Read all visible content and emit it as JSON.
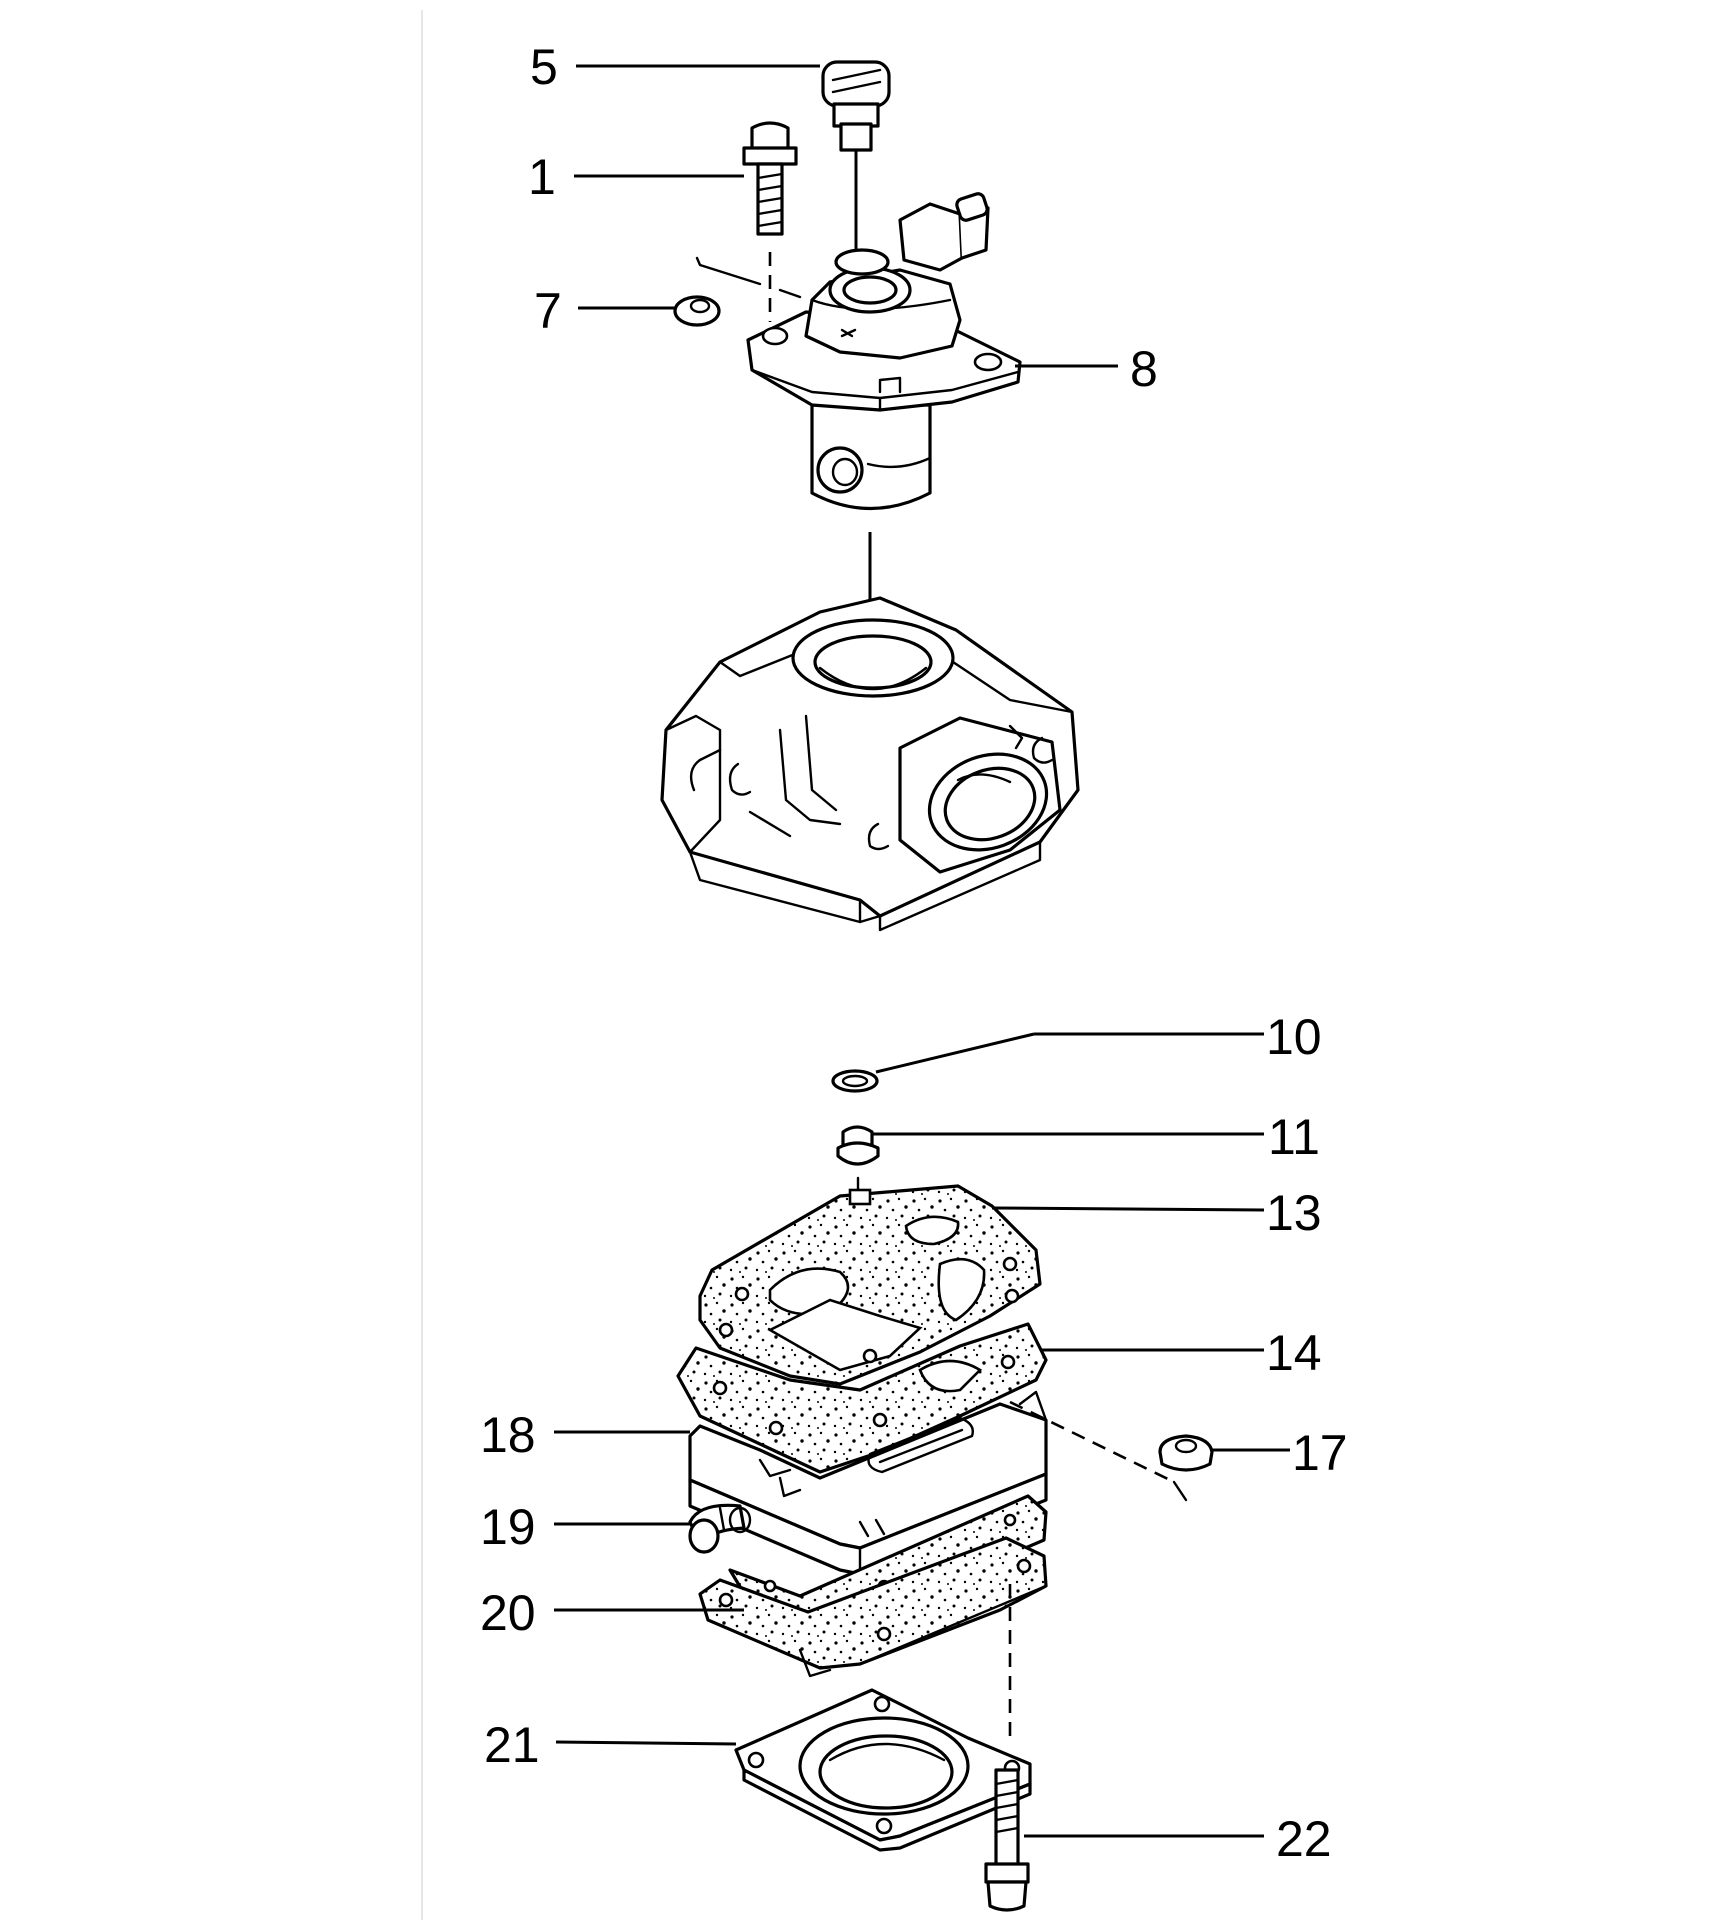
{
  "diagram": {
    "background": "#ffffff",
    "ink": "#000000",
    "callouts": [
      {
        "id": "callout-5",
        "label": "5"
      },
      {
        "id": "callout-1",
        "label": "1"
      },
      {
        "id": "callout-7",
        "label": "7"
      },
      {
        "id": "callout-8",
        "label": "8"
      },
      {
        "id": "callout-10",
        "label": "10"
      },
      {
        "id": "callout-11",
        "label": "11"
      },
      {
        "id": "callout-13",
        "label": "13"
      },
      {
        "id": "callout-14",
        "label": "14"
      },
      {
        "id": "callout-17",
        "label": "17"
      },
      {
        "id": "callout-18",
        "label": "18"
      },
      {
        "id": "callout-19",
        "label": "19"
      },
      {
        "id": "callout-20",
        "label": "20"
      },
      {
        "id": "callout-21",
        "label": "21"
      },
      {
        "id": "callout-22",
        "label": "22"
      }
    ]
  }
}
